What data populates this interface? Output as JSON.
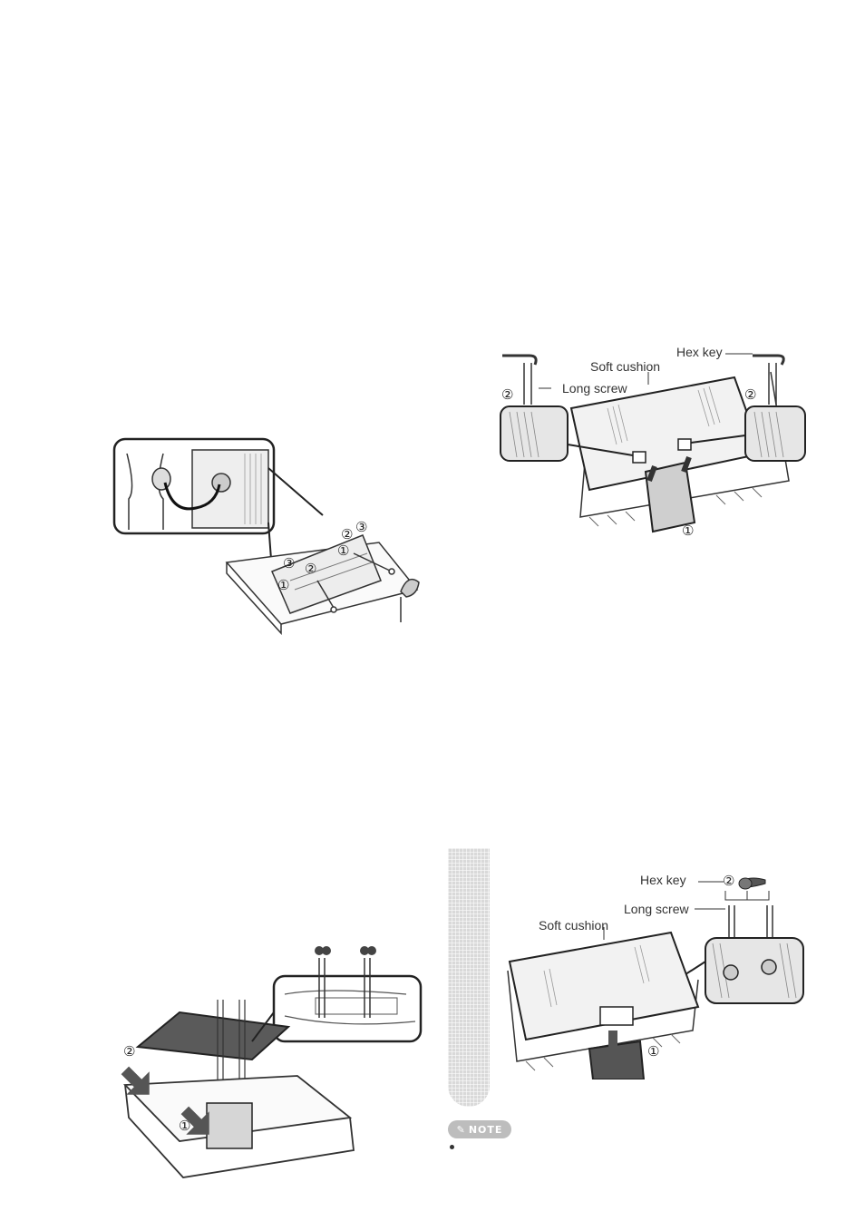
{
  "figure_top_right": {
    "hex_key": "Hex key",
    "soft_cushion": "Soft cushion",
    "long_screw": "Long screw",
    "step_1": "①",
    "step_2_left": "②",
    "step_2_right": "②"
  },
  "figure_top_left": {
    "step_1a": "①",
    "step_1b": "①",
    "step_2a": "②",
    "step_2b": "②",
    "step_3a": "③",
    "step_3b": "③"
  },
  "figure_bottom_left": {
    "step_1": "①",
    "step_2": "②"
  },
  "figure_bottom_right": {
    "hex_key": "Hex key",
    "long_screw": "Long screw",
    "soft_cushion": "Soft cushion",
    "step_1": "①",
    "step_2": "②"
  },
  "note": {
    "badge": "NOTE"
  }
}
